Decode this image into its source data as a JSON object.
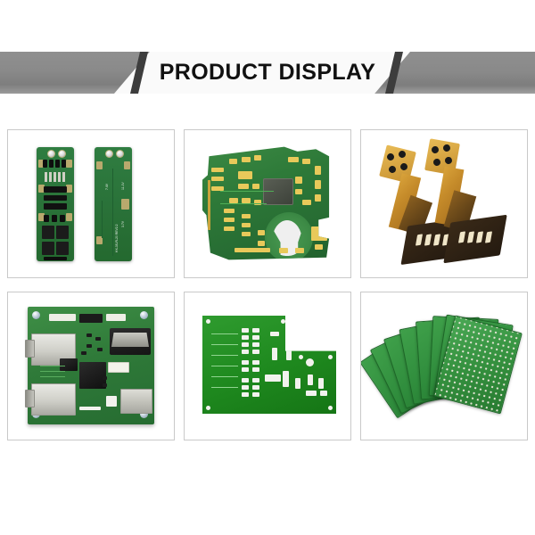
{
  "banner": {
    "title": "PRODUCT DISPLAY",
    "left_color": "#8a8a8a",
    "right_color": "#8a8a8a",
    "center_color": "#fafafa",
    "slash_color": "#3d3d3d",
    "title_color": "#111111"
  },
  "page": {
    "background": "#ffffff",
    "panel_border_color": "#c9c9c9"
  },
  "gallery": {
    "columns": 3,
    "rows": 2,
    "items": [
      {
        "id": "bms-protection-board",
        "name": "3S Lithium Battery BMS Protection Board",
        "position": "row1-col1",
        "board_color": "#2a7239",
        "silkscreen": [
          "HX-3S-FL20  REV2.2",
          "P+",
          "P-",
          "B+",
          "B-",
          "3.7V",
          "7.4V",
          "11.1V"
        ]
      },
      {
        "id": "phone-motherboard-pcb",
        "name": "Smartphone Motherboard Multilayer PCB",
        "position": "row1-col2",
        "board_color": "#2e7a39",
        "features": [
          "gold-plated pads",
          "keyhole cutout",
          "shielding can"
        ]
      },
      {
        "id": "flexible-fpc-strips",
        "name": "Flexible Printed Circuit (FPC) Strips",
        "position": "row1-col3",
        "board_color": "#c58b2a",
        "count": 2
      },
      {
        "id": "ethernet-serial-board",
        "name": "Assembled Ethernet / Serial Converter Board",
        "position": "row2-col1",
        "board_color": "#2f7a39",
        "connectors": [
          "RJ45",
          "RJ45",
          "DB9",
          "USB"
        ]
      },
      {
        "id": "bright-green-bare-pcb",
        "name": "Bright Green Bare PCB with Solder Pads",
        "position": "row2-col2",
        "board_color": "#1f8a1f"
      },
      {
        "id": "perfboard-stack",
        "name": "Stack of Green Prototyping Perfboards",
        "position": "row2-col3",
        "board_color": "#2f8c3c",
        "count": 8
      }
    ]
  }
}
